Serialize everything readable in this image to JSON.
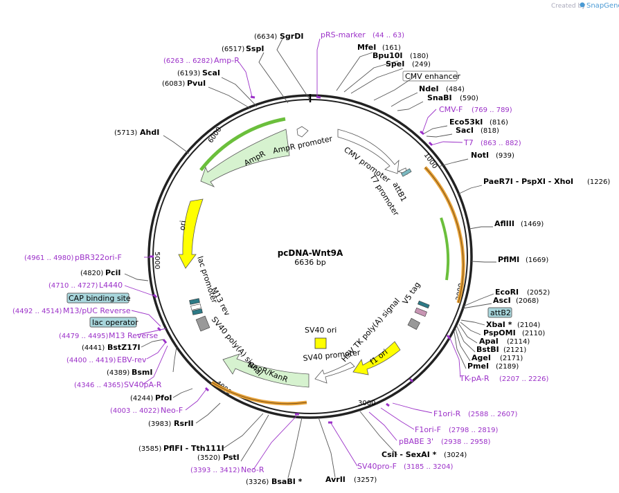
{
  "brand": {
    "created_by": "Created by",
    "name": "SnapGene"
  },
  "plasmid": {
    "name": "pcDNA-Wnt9A",
    "length": "6636 bp"
  },
  "ticks": [
    "6000",
    "1000",
    "2000",
    "3000",
    "4000",
    "5000"
  ],
  "features": [
    "AmpR",
    "AmpR promoter",
    "CMV promoter",
    "T7 promoter",
    "attB1",
    "ori",
    "V5 tag",
    "f1 ori",
    "HSV TK poly(A) signal",
    "SV40 promoter",
    "SV40 ori",
    "NeoR/KanR",
    "SV40 poly(A) signal",
    "lac promoter",
    "M13 rev",
    "CMV enhancer",
    "attB2",
    "CAP binding site",
    "lac operator"
  ],
  "sites": {
    "sgrdi": {
      "name": "SgrDI",
      "pos": "(6634)"
    },
    "sspi": {
      "name": "SspI",
      "pos": "(6517)"
    },
    "ampr_r": {
      "name": "Amp-R",
      "pos": "(6263 .. 6282)"
    },
    "scai": {
      "name": "ScaI",
      "pos": "(6193)"
    },
    "pvui": {
      "name": "PvuI",
      "pos": "(6083)"
    },
    "ahdi": {
      "name": "AhdI",
      "pos": "(5713)"
    },
    "prs_marker": {
      "name": "pRS-marker",
      "pos": "(44 .. 63)"
    },
    "mfei": {
      "name": "MfeI",
      "pos": "(161)"
    },
    "bpu10i": {
      "name": "Bpu10I",
      "pos": "(180)"
    },
    "spei": {
      "name": "SpeI",
      "pos": "(249)"
    },
    "ndei": {
      "name": "NdeI",
      "pos": "(484)"
    },
    "snabi": {
      "name": "SnaBI",
      "pos": "(590)"
    },
    "cmv_f": {
      "name": "CMV-F",
      "pos": "(769 .. 789)"
    },
    "eco53ki": {
      "name": "Eco53kI",
      "pos": "(816)"
    },
    "saci": {
      "name": "SacI",
      "pos": "(818)"
    },
    "t7": {
      "name": "T7",
      "pos": "(863 .. 882)"
    },
    "noti": {
      "name": "NotI",
      "pos": "(939)"
    },
    "paer7i": {
      "name": "PaeR7I  - PspXI  - XhoI",
      "pos": "(1226)"
    },
    "afliii": {
      "name": "AflIII",
      "pos": "(1469)"
    },
    "pflmi": {
      "name": "PflMI",
      "pos": "(1669)"
    },
    "ecori": {
      "name": "EcoRI",
      "pos": "(2052)"
    },
    "asci": {
      "name": "AscI",
      "pos": "(2068)"
    },
    "xbai": {
      "name": "XbaI *",
      "pos": "(2104)"
    },
    "pspomi": {
      "name": "PspOMI",
      "pos": "(2110)"
    },
    "apai": {
      "name": "ApaI",
      "pos": "(2114)"
    },
    "bstbi": {
      "name": "BstBI",
      "pos": "(2121)"
    },
    "agei": {
      "name": "AgeI",
      "pos": "(2171)"
    },
    "pmei": {
      "name": "PmeI",
      "pos": "(2189)"
    },
    "tk_pa_r": {
      "name": "TK-pA-R",
      "pos": "(2207 .. 2226)"
    },
    "f1ori_r": {
      "name": "F1ori-R",
      "pos": "(2588 .. 2607)"
    },
    "f1ori_f": {
      "name": "F1ori-F",
      "pos": "(2798 .. 2819)"
    },
    "pbabe3": {
      "name": "pBABE 3'",
      "pos": "(2938 .. 2958)"
    },
    "csii": {
      "name": "CsiI  - SexAI *",
      "pos": "(3024)"
    },
    "sv40pro_f": {
      "name": "SV40pro-F",
      "pos": "(3185 .. 3204)"
    },
    "avrii": {
      "name": "AvrII",
      "pos": "(3257)"
    },
    "bsabi": {
      "name": "BsaBI *",
      "pos": "(3326)"
    },
    "neo_r": {
      "name": "Neo-R",
      "pos": "(3393 .. 3412)"
    },
    "pflfi": {
      "name": "PflFI  - Tth111I",
      "pos": "(3585)"
    },
    "psti": {
      "name": "PstI",
      "pos": "(3520)"
    },
    "rsrii": {
      "name": "RsrII",
      "pos": "(3983)"
    },
    "neo_f": {
      "name": "Neo-F",
      "pos": "(4003 .. 4022)"
    },
    "pfoi": {
      "name": "PfoI",
      "pos": "(4244)"
    },
    "sv40pa_r": {
      "name": "SV40pA-R",
      "pos": "(4346 .. 4365)"
    },
    "bsmi": {
      "name": "BsmI",
      "pos": "(4389)"
    },
    "ebv_rev": {
      "name": "EBV-rev",
      "pos": "(4400 .. 4419)"
    },
    "bstz17i": {
      "name": "BstZ17I",
      "pos": "(4441)"
    },
    "m13_reverse": {
      "name": "M13 Reverse",
      "pos": "(4479 .. 4495)"
    },
    "m13_puc_reverse": {
      "name": "M13/pUC Reverse",
      "pos": "(4492 .. 4514)"
    },
    "l4440": {
      "name": "L4440",
      "pos": "(4710 .. 4727)"
    },
    "pcii": {
      "name": "PciI",
      "pos": "(4820)"
    },
    "pbr322ori_f": {
      "name": "pBR322ori-F",
      "pos": "(4961 .. 4980)"
    }
  },
  "colors": {
    "primer": "#9b30c8",
    "orf": "#e8a33a",
    "marker_fill": "#d6f2cf",
    "ori_fill": "#ffff00",
    "tag_box": "#a8d6dc"
  }
}
